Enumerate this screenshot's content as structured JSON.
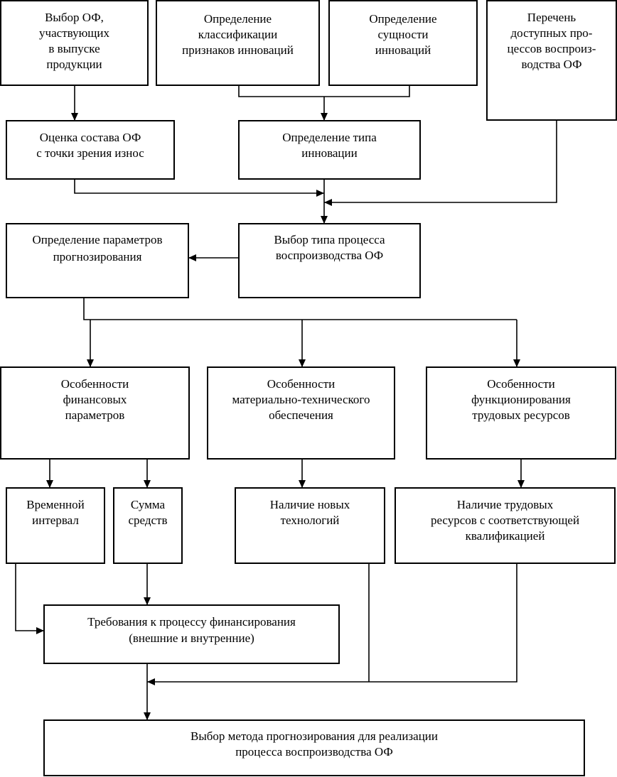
{
  "nodes": [
    {
      "id": "select-of",
      "lines": [
        "Выбор ОФ,",
        "участвующих",
        "в выпуске",
        "продукции"
      ]
    },
    {
      "id": "classification",
      "lines": [
        "Определение",
        "классификации",
        "признаков инноваций"
      ]
    },
    {
      "id": "essence",
      "lines": [
        "Определение",
        "сущности",
        "инноваций"
      ]
    },
    {
      "id": "process-list",
      "lines": [
        "Перечень",
        "доступных про-",
        "цессов воспроиз-",
        "водства ОФ"
      ]
    },
    {
      "id": "wear-assessment",
      "lines": [
        "Оценка состава ОФ",
        "с точки зрения износ"
      ]
    },
    {
      "id": "innovation-type",
      "lines": [
        "Определение типа",
        "инновации"
      ]
    },
    {
      "id": "forecast-params",
      "lines": [
        "Определение параметров",
        "прогнозирования"
      ]
    },
    {
      "id": "process-type",
      "lines": [
        "Выбор типа процесса",
        "воспроизводства ОФ"
      ]
    },
    {
      "id": "financial-features",
      "lines": [
        "Особенности",
        "финансовых",
        "параметров"
      ]
    },
    {
      "id": "material-features",
      "lines": [
        "Особенности",
        "материально-технического",
        "обеспечения"
      ]
    },
    {
      "id": "labor-features",
      "lines": [
        "Особенности",
        "функционирования",
        "трудовых ресурсов"
      ]
    },
    {
      "id": "time-interval",
      "lines": [
        "Временной",
        "интервал"
      ]
    },
    {
      "id": "funds-amount",
      "lines": [
        "Сумма",
        "средств"
      ]
    },
    {
      "id": "new-technologies",
      "lines": [
        "Наличие новых",
        "технологий"
      ]
    },
    {
      "id": "labor-availability",
      "lines": [
        "Наличие трудовых",
        "ресурсов с соответствующей",
        "квалификацией"
      ]
    },
    {
      "id": "financing-requirements",
      "lines": [
        "Требования к процессу финансирования",
        "(внешние и внутренние)"
      ]
    },
    {
      "id": "method-selection",
      "lines": [
        "Выбор метода прогнозирования для реализации",
        "процесса воспроизводства ОФ"
      ]
    }
  ],
  "edges": [
    {
      "from": "select-of",
      "to": "wear-assessment"
    },
    {
      "from": "classification",
      "to": "innovation-type"
    },
    {
      "from": "essence",
      "to": "innovation-type"
    },
    {
      "from": "wear-assessment",
      "to": "process-type"
    },
    {
      "from": "innovation-type",
      "to": "process-type"
    },
    {
      "from": "process-list",
      "to": "process-type"
    },
    {
      "from": "process-type",
      "to": "forecast-params"
    },
    {
      "from": "forecast-params",
      "to": "financial-features"
    },
    {
      "from": "forecast-params",
      "to": "material-features"
    },
    {
      "from": "forecast-params",
      "to": "labor-features"
    },
    {
      "from": "financial-features",
      "to": "time-interval"
    },
    {
      "from": "financial-features",
      "to": "funds-amount"
    },
    {
      "from": "material-features",
      "to": "new-technologies"
    },
    {
      "from": "labor-features",
      "to": "labor-availability"
    },
    {
      "from": "time-interval",
      "to": "financing-requirements"
    },
    {
      "from": "funds-amount",
      "to": "financing-requirements"
    },
    {
      "from": "new-technologies",
      "to": "method-selection"
    },
    {
      "from": "labor-availability",
      "to": "method-selection"
    },
    {
      "from": "financing-requirements",
      "to": "method-selection"
    }
  ]
}
